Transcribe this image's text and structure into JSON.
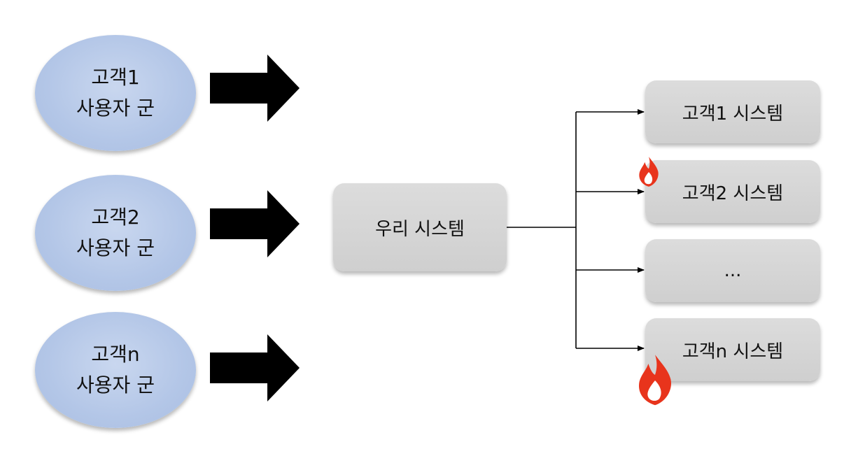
{
  "customer_groups": [
    {
      "label": "고객1\n사용자 군"
    },
    {
      "label": "고객2\n사용자 군"
    },
    {
      "label": "고객n\n사용자 군"
    }
  ],
  "our_system": {
    "label": "우리 시스템"
  },
  "customer_systems": [
    {
      "label": "고객1 시스템"
    },
    {
      "label": "고객2 시스템"
    },
    {
      "label": "..."
    },
    {
      "label": "고객n 시스템"
    }
  ],
  "colors": {
    "ellipse_fill": "#b3c6e7",
    "box_fill": "#d4d4d4",
    "arrow": "#000000",
    "flame": "#e8341c"
  }
}
